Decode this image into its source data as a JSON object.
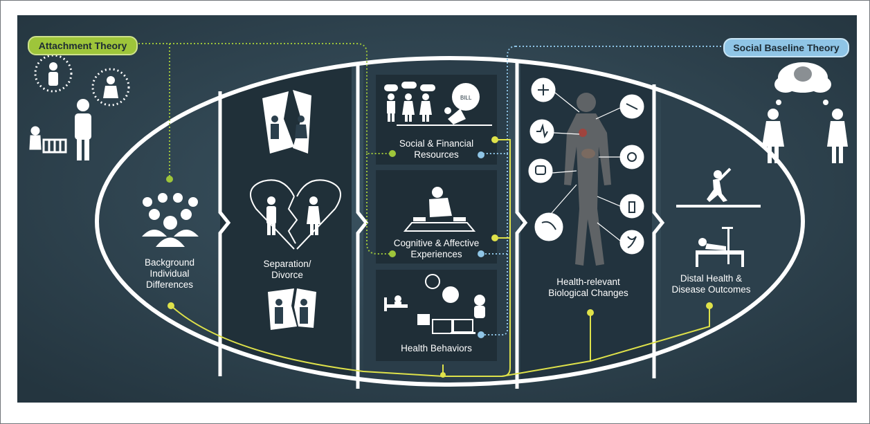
{
  "theories": {
    "attachment": "Attachment Theory",
    "social_baseline": "Social Baseline Theory"
  },
  "stages": {
    "background": "Background\nIndividual\nDifferences",
    "separation": "Separation/\nDivorce",
    "social_financial": "Social & Financial\nResources",
    "cognitive_affective": "Cognitive & Affective\nExperiences",
    "health_behaviors": "Health Behaviors",
    "biological": "Health-relevant\nBiological Changes",
    "distal": "Distal Health &\nDisease Outcomes"
  },
  "colors": {
    "background_dark": "#2b3f4c",
    "panel_dark": "#22333e",
    "attachment_green": "#9ec53a",
    "baseline_blue": "#8fc5e6",
    "connector_yellow": "#dfe24a",
    "ellipse_white": "#ffffff"
  },
  "icons": [
    "family-icon",
    "crib-icon",
    "broken-photo-icon",
    "broken-heart-icon",
    "money-burden-icon",
    "stressed-person-icon",
    "sleep-icon",
    "food-icon",
    "brain-clouds-icon",
    "body-organs-icon",
    "exercise-icon",
    "hospital-bed-icon"
  ]
}
